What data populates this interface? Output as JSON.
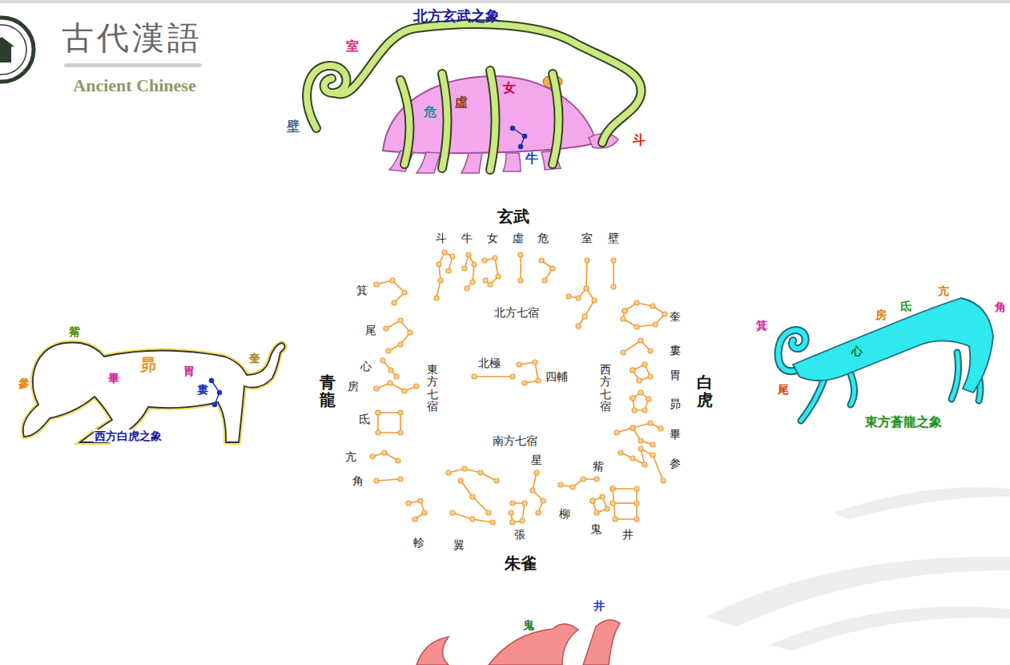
{
  "diagram": {
    "labels": [
      "古代漢語",
      "Ancient Chinese",
      "北方玄武之象",
      "室",
      "壁",
      "危",
      "虛",
      "女",
      "牛",
      "斗",
      "玄武",
      "斗",
      "牛",
      "女",
      "虛",
      "危",
      "室",
      "壁",
      "北方七宿",
      "箕",
      "尾",
      "心",
      "房",
      "氐",
      "亢",
      "角",
      "青龍",
      "東方七宿",
      "北極",
      "四輔",
      "西方七宿",
      "奎",
      "婁",
      "胃",
      "昴",
      "畢",
      "参",
      "白虎",
      "觜",
      "南方七宿",
      "星",
      "柳",
      "鬼",
      "井",
      "張",
      "翼",
      "軫",
      "朱雀",
      "觜",
      "參",
      "畢",
      "昴",
      "胃",
      "婁",
      "奎",
      "西方白虎之象",
      "箕",
      "尾",
      "房",
      "氐",
      "亢",
      "角",
      "心",
      "東方蒼龍之象",
      "鬼",
      "井"
    ]
  }
}
